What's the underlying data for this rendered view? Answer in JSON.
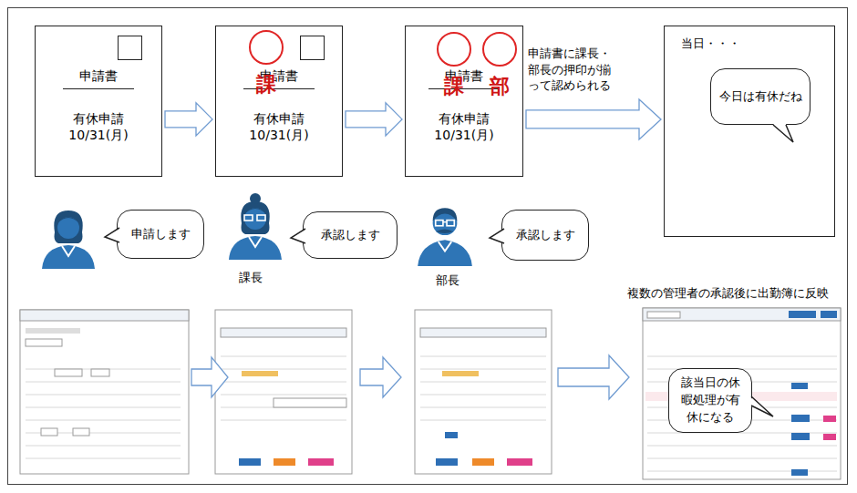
{
  "diagram": {
    "nodes": [
      {
        "text": [
          "申請書",
          "有休申請 10/31(月)"
        ]
      },
      {
        "text": [
          "申請書",
          "有休申請 10/31(月)"
        ]
      },
      {
        "text": [
          "課"
        ],
        "in": 1
      },
      {
        "text": [
          "申請書",
          "有休申請 10/31(月)"
        ]
      },
      {
        "text": [
          "課"
        ],
        "in": 3
      },
      {
        "text": [
          "部"
        ],
        "in": 3
      },
      {
        "text": [
          "当日・・・"
        ]
      },
      {
        "text": [
          "今日は有休だね"
        ],
        "in": 6
      },
      {
        "text": [
          "申請します"
        ]
      },
      {
        "text": [
          "承認します"
        ]
      },
      {
        "text": [
          "承認します"
        ]
      },
      {
        "text": [
          "該当日の休暇処理が有休になる"
        ]
      }
    ],
    "edges": [
      {
        "from": 0,
        "to": 1,
        "arrow": "to"
      },
      {
        "from": 1,
        "to": 3,
        "arrow": "to"
      },
      {
        "from": 3,
        "to": 6,
        "label": "申請書に課長・部長の押印が揃って認められる",
        "arrow": "to"
      }
    ],
    "labels": [
      "課長",
      "部長",
      "複数の管理者の承認後に出勤簿に反映"
    ]
  }
}
